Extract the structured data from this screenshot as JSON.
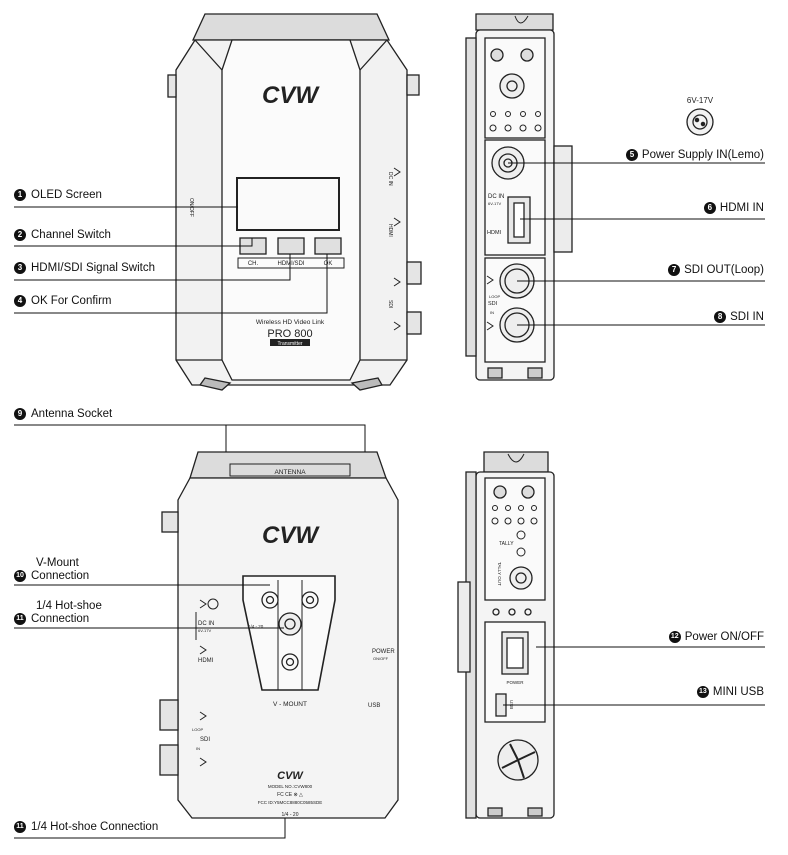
{
  "brand": "CVW",
  "front": {
    "product_line": "Wireless HD Video Link",
    "model": "PRO 800",
    "badge": "Transmitter",
    "side_label": "ON/OFF",
    "buttons": [
      "CH.",
      "HDMI/SDI",
      "OK"
    ],
    "port_dcin": "DC IN",
    "port_hdmi": "HDMI",
    "port_sdi": "SDI"
  },
  "side": {
    "dcin": "DC IN",
    "dcin_volt": "6V-17V",
    "hdmi": "HDMI",
    "loop": "LOOP",
    "sdi": "SDI",
    "in": "IN"
  },
  "lemo_voltage": "6V-17V",
  "back": {
    "antenna": "ANTENNA",
    "dcin": "DC IN",
    "dcin_volt": "6V-17V",
    "quarter": "1/4 - 20",
    "hdmi": "HDMI",
    "vmount": "V - MOUNT",
    "power": "POWER",
    "onoff": "ON/OFF",
    "usb": "USB",
    "loop": "LOOP",
    "sdi": "SDI",
    "in": "IN",
    "model_no": "MODEL NO.:CVW800",
    "certs": "FC CE ⊗ △",
    "fcc_id": "FCC ID:Y5MCC8880C0585SDE",
    "bottom_mark": "1/4 - 20"
  },
  "side2": {
    "tally": "TALLY",
    "tally_out": "TALLY OUT",
    "power": "POWER",
    "usb": "USB"
  },
  "callouts": [
    {
      "num": "1",
      "text": "OLED Screen"
    },
    {
      "num": "2",
      "text": "Channel Switch"
    },
    {
      "num": "3",
      "text": "HDMI/SDI Signal Switch"
    },
    {
      "num": "4",
      "text": "OK For Confirm"
    },
    {
      "num": "5",
      "text": "Power Supply IN(Lemo)"
    },
    {
      "num": "6",
      "text": "HDMI IN"
    },
    {
      "num": "7",
      "text": "SDI OUT(Loop)"
    },
    {
      "num": "8",
      "text": "SDI IN"
    },
    {
      "num": "9",
      "text": "Antenna Socket"
    },
    {
      "num": "10",
      "text": "V-Mount",
      "text2": "Connection"
    },
    {
      "num": "11",
      "text": "1/4 Hot-shoe",
      "text2": "Connection"
    },
    {
      "num": "12",
      "text": "Power ON/OFF"
    },
    {
      "num": "13",
      "text": "MINI USB"
    },
    {
      "num": "11",
      "text": "1/4 Hot-shoe Connection"
    }
  ]
}
